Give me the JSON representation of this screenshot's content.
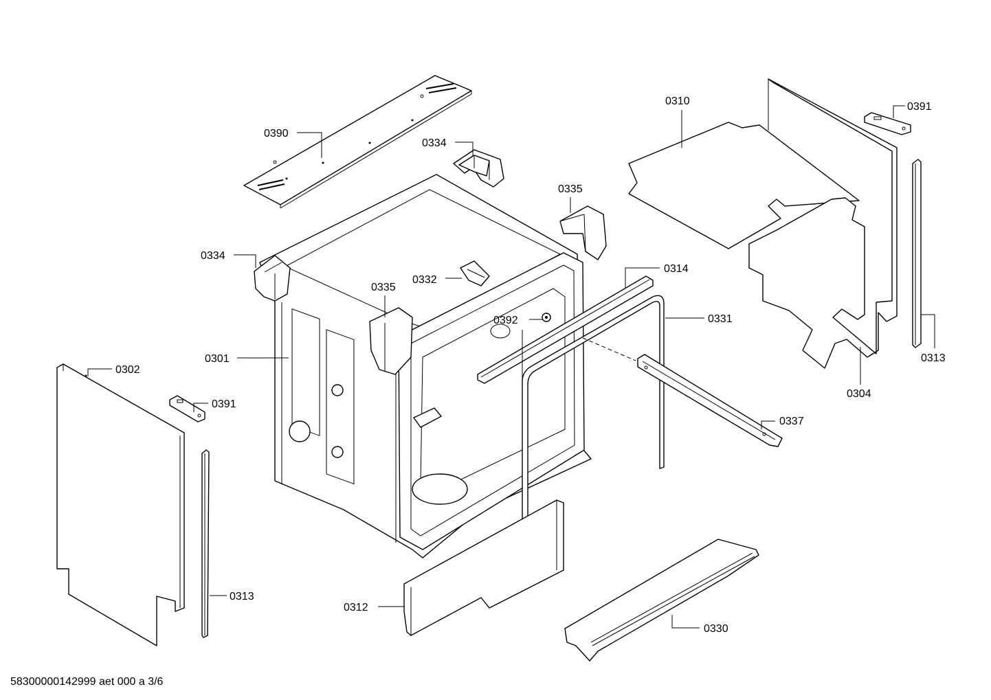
{
  "labels": {
    "p0390": "0390",
    "p0334_top": "0334",
    "p0335_top": "0335",
    "p0310": "0310",
    "p0391_top": "0391",
    "p0334_left": "0334",
    "p0332": "0332",
    "p0335_mid": "0335",
    "p0314": "0314",
    "p0392": "0392",
    "p0331": "0331",
    "p0301": "0301",
    "p0302": "0302",
    "p0391_left": "0391",
    "p0313_right": "0313",
    "p0304": "0304",
    "p0337": "0337",
    "p0313_left": "0313",
    "p0312": "0312",
    "p0330": "0330"
  },
  "footer": "58300000142999 aet 000 a 3/6"
}
